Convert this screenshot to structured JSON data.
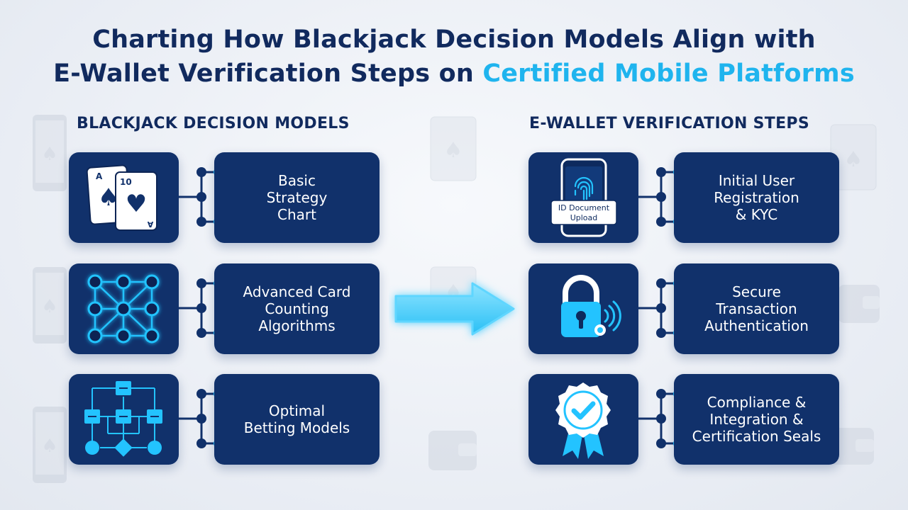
{
  "title": {
    "line1": "Charting How Blackjack Decision Models Align with",
    "line2_prefix": "E-Wallet Verification Steps on ",
    "line2_accent": "Certified Mobile Platforms"
  },
  "left_column": {
    "heading": "BLACKJACK DECISION MODELS",
    "items": [
      {
        "label": "Basic\nStrategy\nChart",
        "icon": "playing-cards-icon"
      },
      {
        "label": "Advanced Card\nCounting\nAlgorithms",
        "icon": "neural-network-icon"
      },
      {
        "label": "Optimal\nBetting Models",
        "icon": "flowchart-icon"
      }
    ]
  },
  "right_column": {
    "heading": "E-WALLET VERIFICATION STEPS",
    "items": [
      {
        "label": "Initial User\nRegistration\n& KYC",
        "icon": "phone-fingerprint-icon"
      },
      {
        "label": "Secure\nTransaction\nAuthentication",
        "icon": "padlock-nfc-icon"
      },
      {
        "label": "Compliance &\nIntegration &\nCertification Seals",
        "icon": "certification-seal-icon"
      }
    ]
  },
  "icon_text": {
    "card_a": "A",
    "card_10": "10",
    "id_upload": "ID Document\nUpload"
  },
  "colors": {
    "navy": "#11316b",
    "title": "#112a5e",
    "accent": "#1fb4ee",
    "glow": "#23c3ff"
  }
}
